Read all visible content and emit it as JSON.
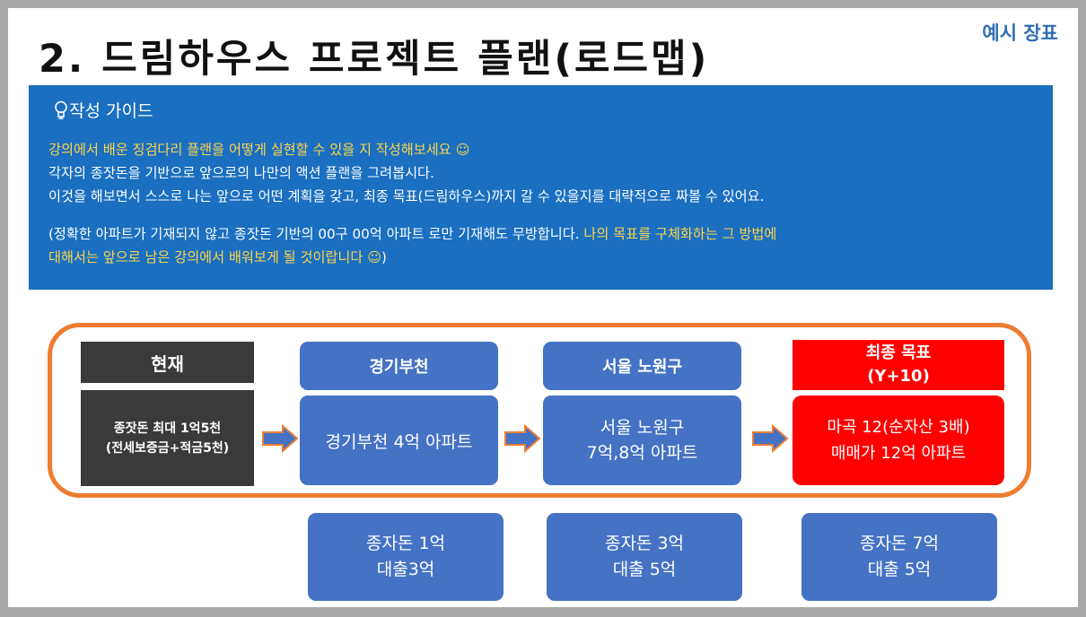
{
  "slide": {
    "title": "2. 드림하우스 프로젝트 플랜(로드맵)",
    "tag": "예시 장표"
  },
  "guide": {
    "heading": "작성 가이드",
    "line1": "강의에서 배운 징검다리 플랜을 어떻게 실현할 수 있을 지 작성해보세요 ☺",
    "line2": "각자의 종잣돈을 기반으로 앞으로의 나만의 액션 플랜을 그려봅시다.",
    "line3": "이것을 해보면서 스스로 나는 앞으로 어떤 계획을 갖고, 최종 목표(드림하우스)까지 갈 수 있을지를 대략적으로 짜볼 수 있어요.",
    "line4a": "(정확한 아파트가 기재되지 않고 종잣돈 기반의 00구 00억 아파트 로만 기재해도 무방합니다. ",
    "line4b": "나의 목표를 구체화하는 그 방법에",
    "line5a": "대해서는 앞으로 남은 강의에서 배워보게 될 것이랍니다 ☺",
    "line5b": ")"
  },
  "roadmap": {
    "current": {
      "header": "현재",
      "line1": "종잣돈 최대 1억5천",
      "line2": "(전세보증금+적금5천)"
    },
    "step1": {
      "header": "경기부천",
      "line1": "경기부천 4억 아파트"
    },
    "step2": {
      "header": "서울 노원구",
      "line1": "서울 노원구",
      "line2": "7억,8억 아파트"
    },
    "goal": {
      "header1": "최종 목표",
      "header2": "(Y+10)",
      "line1": "마곡 12(순자산 3배)",
      "line2": "매매가 12억 아파트"
    }
  },
  "funds": [
    {
      "line1": "종자돈 1억",
      "line2": "대출3억"
    },
    {
      "line1": "종자돈 3억",
      "line2": "대출 5억"
    },
    {
      "line1": "종자돈 7억",
      "line2": "대출 5억"
    }
  ],
  "colors": {
    "guide_bg": "#1a6fc0",
    "highlight": "#ffd54a",
    "box_blue": "#4472c4",
    "box_red": "#ff0000",
    "box_dark": "#3a3a3a",
    "frame_orange": "#ed7d31"
  },
  "icons": {
    "guide": "lightbulb-icon",
    "arrow": "right-arrow-icon"
  }
}
